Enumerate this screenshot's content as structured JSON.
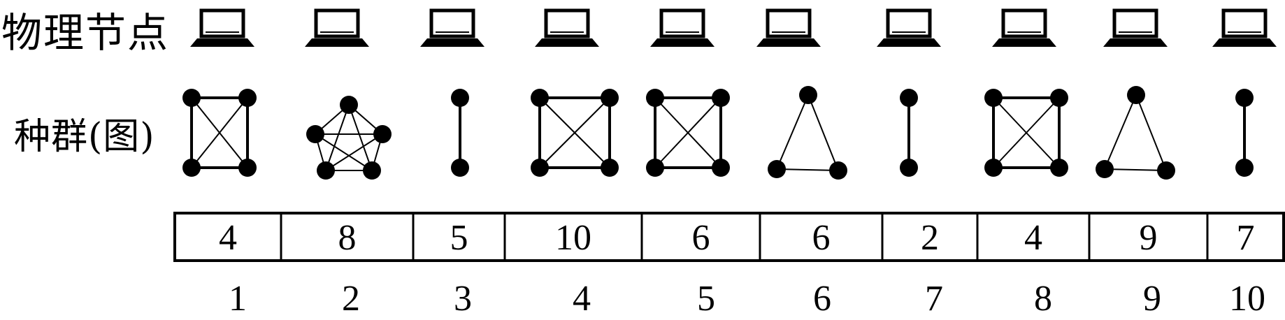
{
  "labels": {
    "physical_nodes": "物理节点",
    "population_graph": "种群(图)"
  },
  "nodes": [
    {
      "index": "1",
      "value": "4",
      "graph": "square-x"
    },
    {
      "index": "2",
      "value": "8",
      "graph": "pentagon-complete"
    },
    {
      "index": "3",
      "value": "5",
      "graph": "edge-vertical"
    },
    {
      "index": "4",
      "value": "10",
      "graph": "square-x"
    },
    {
      "index": "5",
      "value": "6",
      "graph": "square-x"
    },
    {
      "index": "6",
      "value": "6",
      "graph": "triangle"
    },
    {
      "index": "7",
      "value": "2",
      "graph": "edge-vertical"
    },
    {
      "index": "8",
      "value": "4",
      "graph": "square-x"
    },
    {
      "index": "9",
      "value": "9",
      "graph": "triangle"
    },
    {
      "index": "10",
      "value": "7",
      "graph": "edge-vertical"
    }
  ],
  "icons": {
    "physical_node": "laptop-icon"
  },
  "colors": {
    "ink": "#000000",
    "background": "#ffffff"
  }
}
